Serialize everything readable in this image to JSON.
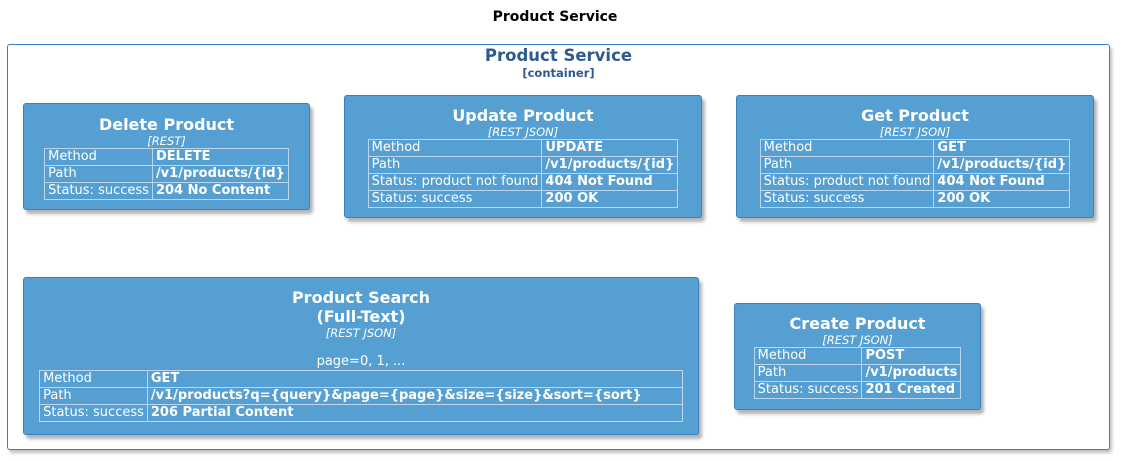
{
  "diagram_title": "Product Service",
  "container": {
    "name": "Product Service",
    "technology": "[container]"
  },
  "components": {
    "delete_product": {
      "title": "Delete Product",
      "technology": "[REST]",
      "rows": [
        {
          "key": "Method",
          "value": "DELETE"
        },
        {
          "key": "Path",
          "value": "/v1/products/{id}"
        },
        {
          "key": "Status: success",
          "value": "204 No Content"
        }
      ]
    },
    "update_product": {
      "title": "Update Product",
      "technology": "[REST JSON]",
      "rows": [
        {
          "key": "Method",
          "value": "UPDATE"
        },
        {
          "key": "Path",
          "value": "/v1/products/{id}"
        },
        {
          "key": "Status: product not found",
          "value": "404 Not Found"
        },
        {
          "key": "Status: success",
          "value": "200 OK"
        }
      ]
    },
    "get_product": {
      "title": "Get Product",
      "technology": "[REST JSON]",
      "rows": [
        {
          "key": "Method",
          "value": "GET"
        },
        {
          "key": "Path",
          "value": "/v1/products/{id}"
        },
        {
          "key": "Status: product not found",
          "value": "404 Not Found"
        },
        {
          "key": "Status: success",
          "value": "200 OK"
        }
      ]
    },
    "product_search": {
      "title_line1": "Product Search",
      "title_line2": "(Full-Text)",
      "technology": "[REST JSON]",
      "note": "page=0, 1, ...",
      "rows": [
        {
          "key": "Method",
          "value": "GET"
        },
        {
          "key": "Path",
          "value": "/v1/products?q={query}&page={page}&size={size}&sort={sort}"
        },
        {
          "key": "Status: success",
          "value": "206 Partial Content"
        }
      ]
    },
    "create_product": {
      "title": "Create Product",
      "technology": "[REST JSON]",
      "rows": [
        {
          "key": "Method",
          "value": "POST"
        },
        {
          "key": "Path",
          "value": "/v1/products"
        },
        {
          "key": "Status: success",
          "value": "201 Created"
        }
      ]
    }
  }
}
